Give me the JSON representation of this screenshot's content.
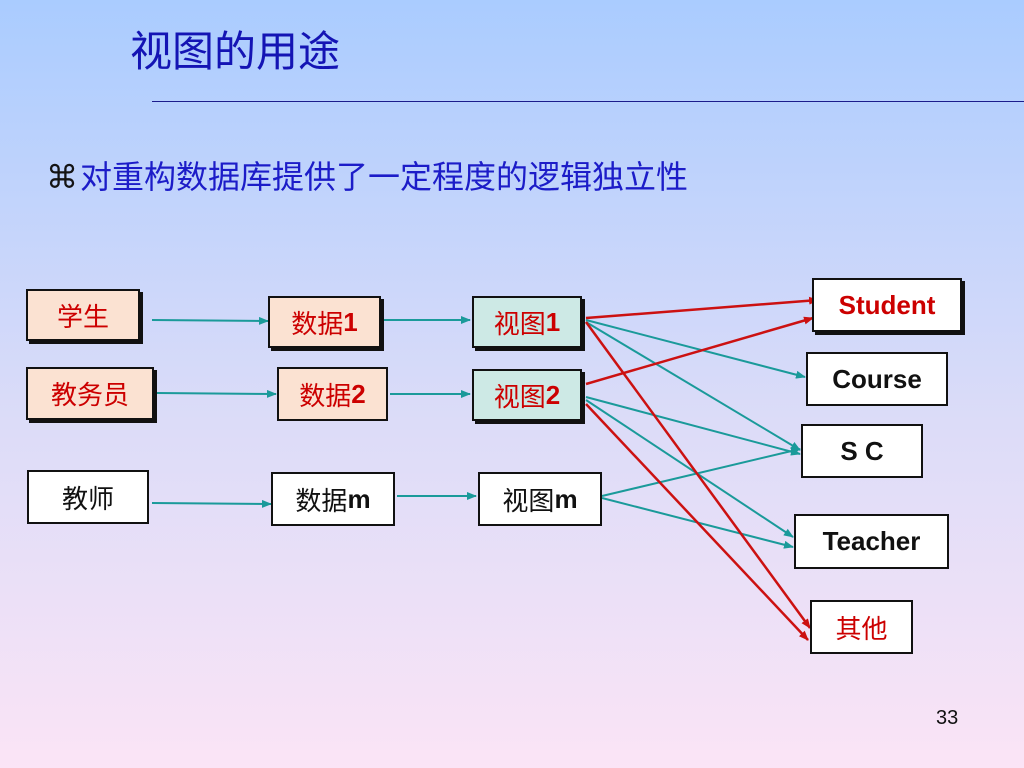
{
  "title": "视图的用途",
  "bullet": {
    "symbol": "⌘",
    "text": "对重构数据库提供了一定程度的逻辑独立性"
  },
  "users": [
    {
      "label": "学生"
    },
    {
      "label": "教务员"
    },
    {
      "label": "教师"
    }
  ],
  "data_nodes": [
    {
      "prefix": "数据",
      "suffix": "1"
    },
    {
      "prefix": "数据",
      "suffix": "2"
    },
    {
      "prefix": "数据",
      "suffix": "m"
    }
  ],
  "views": [
    {
      "prefix": "视图",
      "suffix": "1"
    },
    {
      "prefix": "视图",
      "suffix": "2"
    },
    {
      "prefix": "视图",
      "suffix": "m"
    }
  ],
  "tables": [
    {
      "label": "Student"
    },
    {
      "label": "Course"
    },
    {
      "label": "S C"
    },
    {
      "label": "Teacher"
    },
    {
      "label": "其他"
    }
  ],
  "page_number": "33",
  "colors": {
    "teal_arrow": "#1a9a9a",
    "red_arrow": "#cc1111"
  }
}
